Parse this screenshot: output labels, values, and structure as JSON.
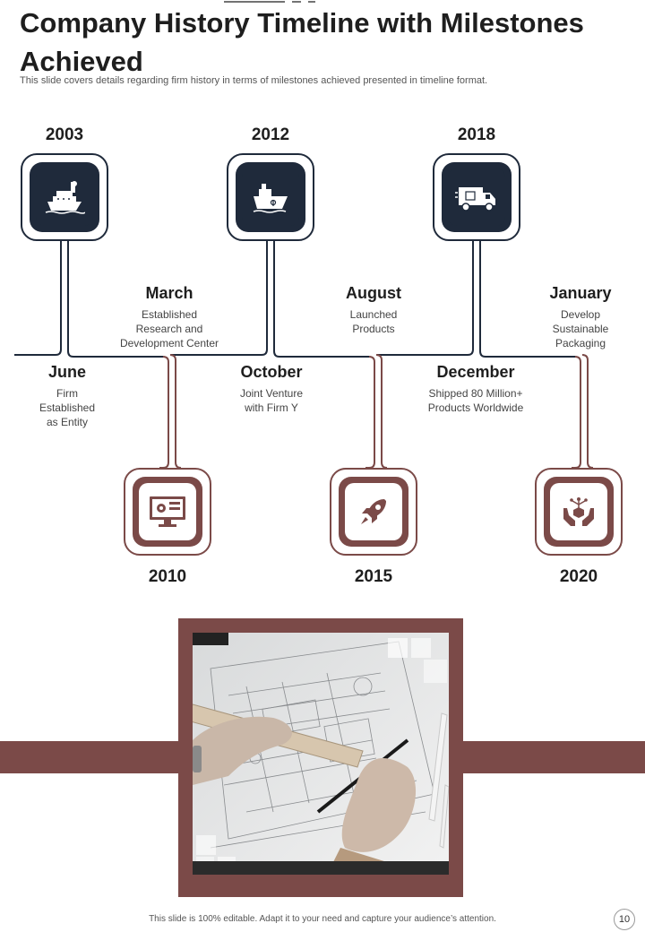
{
  "title": "Company History Timeline with Milestones Achieved",
  "subtitle": "This slide covers details regarding firm history in terms of milestones achieved presented in timeline format.",
  "colors": {
    "dark": "#1f2a3b",
    "brown": "#7b4a48"
  },
  "milestones_top": [
    {
      "year": "2003",
      "icon": "cruise-ship-icon",
      "month": "June",
      "desc": [
        "Firm",
        "Established",
        "as Entity"
      ]
    },
    {
      "year": "2012",
      "icon": "cargo-ship-icon",
      "month": "October",
      "desc": [
        "Joint Venture",
        "with Firm Y"
      ]
    },
    {
      "year": "2018",
      "icon": "delivery-truck-icon",
      "month": "December",
      "desc": [
        "Shipped 80 Million+",
        "Products Worldwide"
      ]
    }
  ],
  "milestones_bottom": [
    {
      "year": "2010",
      "icon": "computer-settings-icon",
      "month": "March",
      "desc": [
        "Established",
        "Research  and",
        "Development  Center"
      ]
    },
    {
      "year": "2015",
      "icon": "rocket-icon",
      "month": "August",
      "desc": [
        "Launched",
        "Products"
      ]
    },
    {
      "year": "2020",
      "icon": "hands-package-icon",
      "month": "January",
      "desc": [
        "Develop",
        "Sustainable",
        "Packaging"
      ]
    }
  ],
  "photo": {
    "icon": "blueprint-drawing-photo"
  },
  "footer": "This slide is 100% editable.  Adapt it to your need and capture your audience’s attention.",
  "page_number": "10"
}
